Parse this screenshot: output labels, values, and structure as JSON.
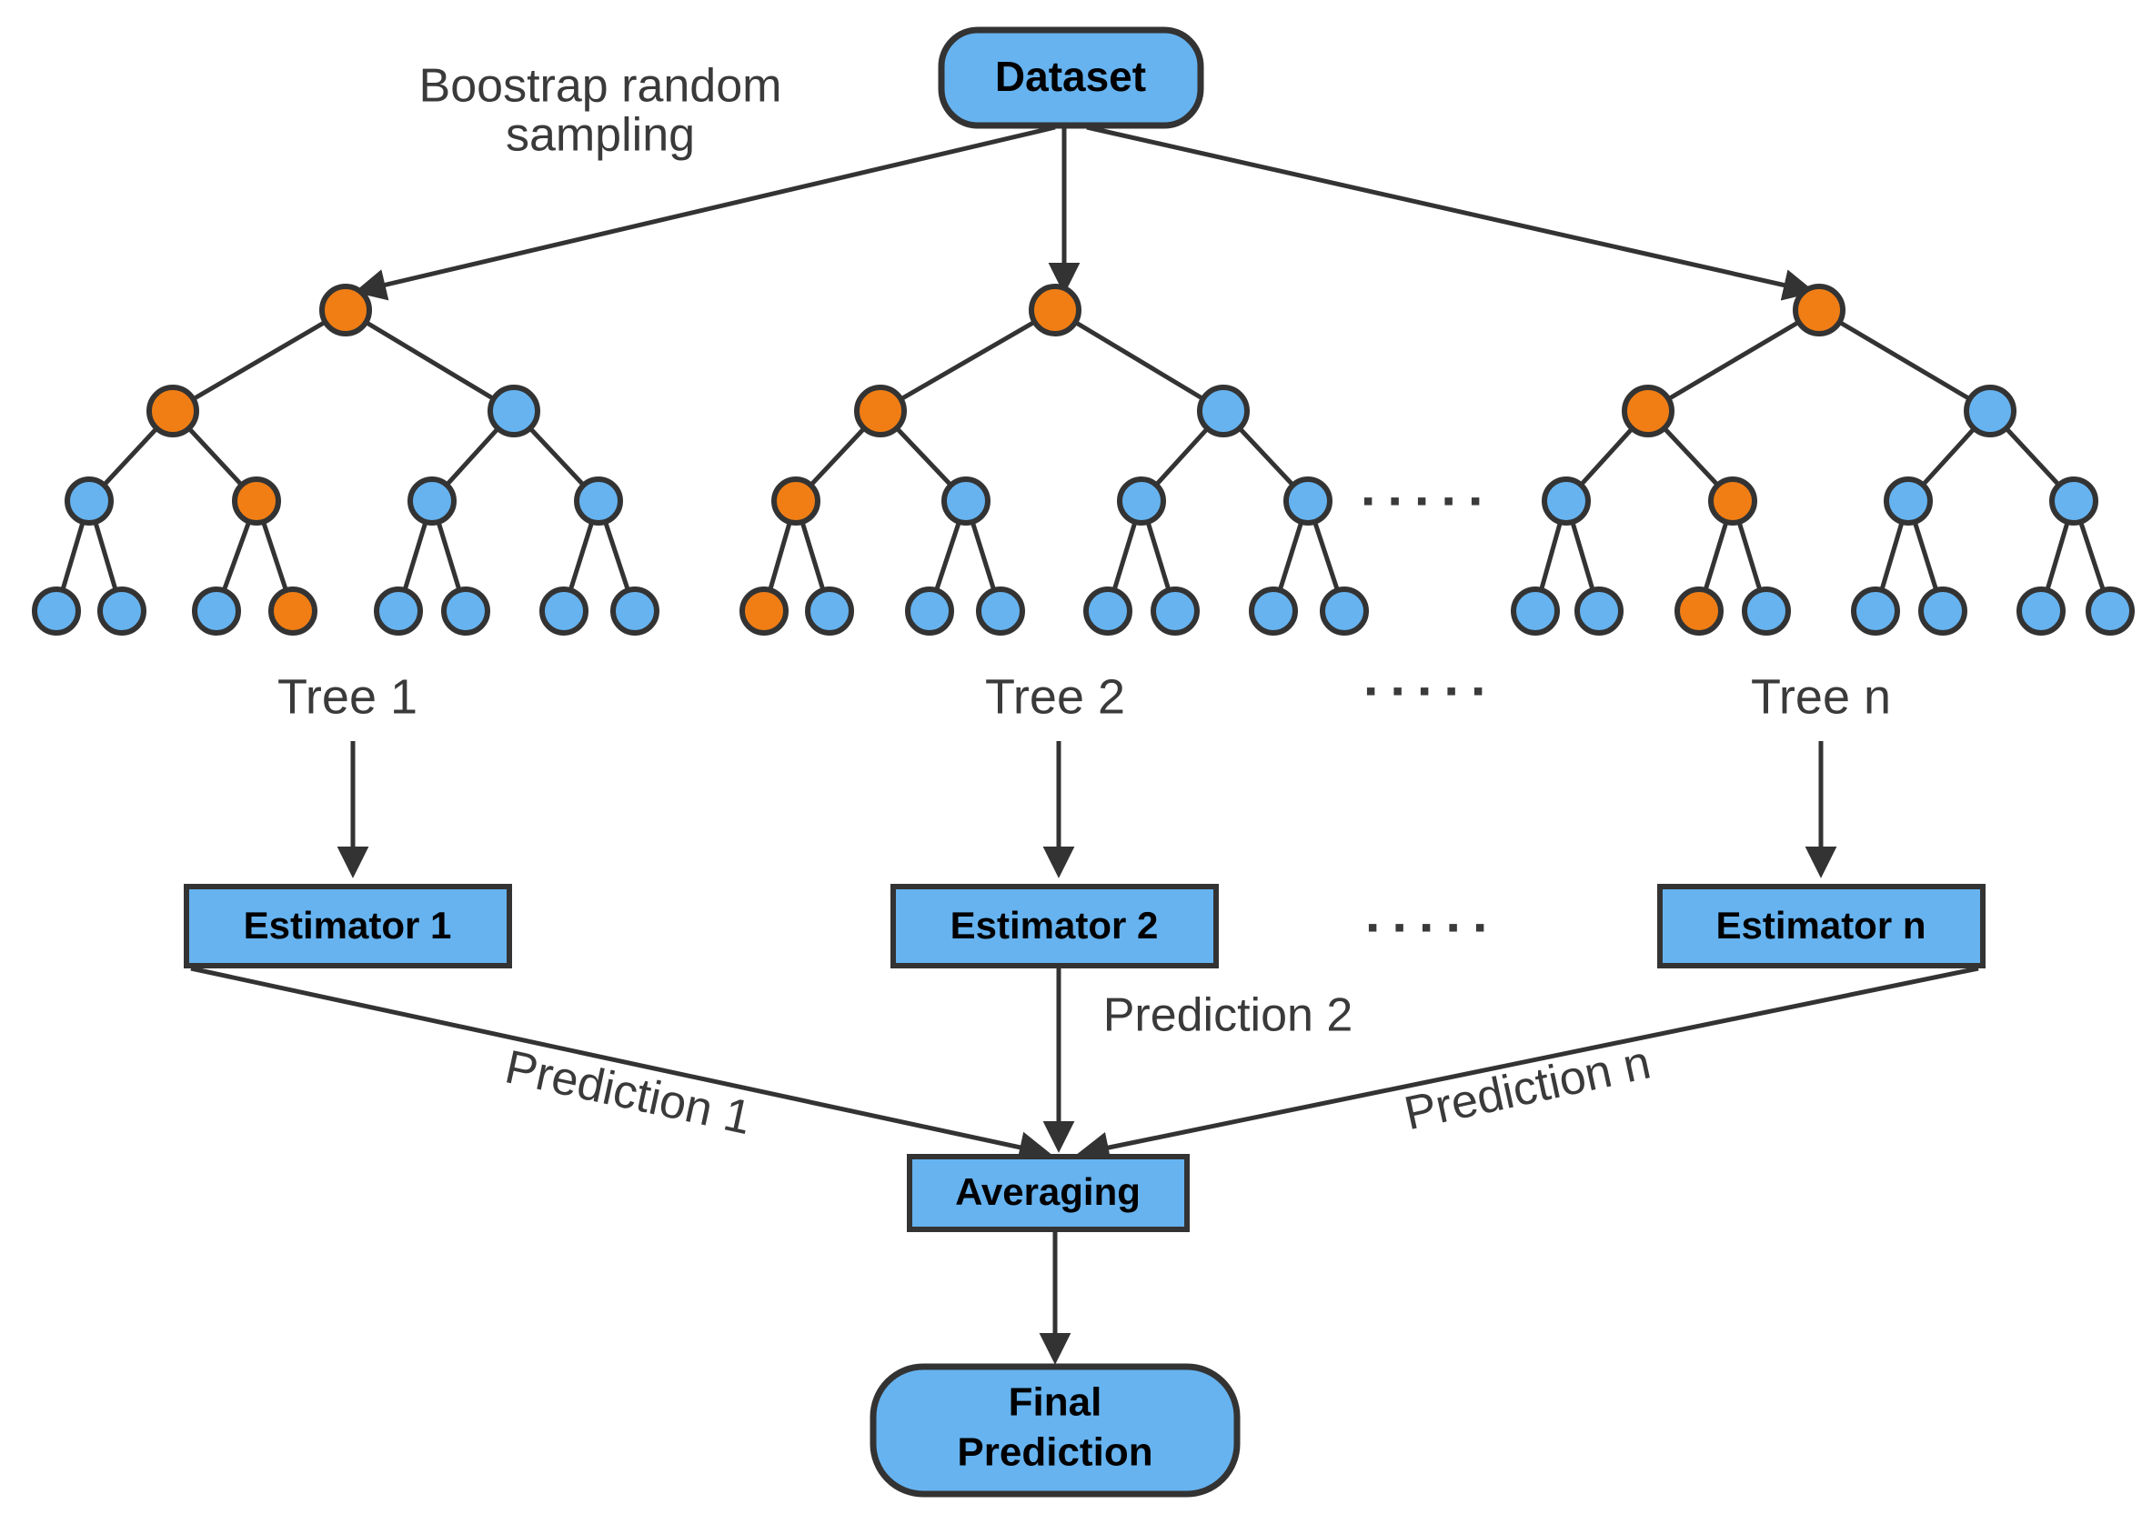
{
  "diagram": {
    "title_node": "Dataset",
    "bootstrap_label_line1": "Boostrap random",
    "bootstrap_label_line2": "sampling",
    "final_node_line1": "Final",
    "final_node_line2": "Prediction",
    "averaging_node": "Averaging",
    "ellipsis": "▪ ▪ ▪ ▪ ▪",
    "colors": {
      "node_blue": "#66b3f0",
      "node_orange": "#f07e15",
      "stroke_dark": "#333333",
      "text_dark": "#3a3a3a",
      "background": "#ffffff"
    },
    "trees": [
      {
        "name": "tree-1",
        "label": "Tree 1",
        "estimator": "Estimator 1",
        "prediction": "Prediction 1",
        "node_colors": {
          "root": "orange",
          "level2": [
            "orange",
            "blue"
          ],
          "level3": [
            "blue",
            "orange",
            "blue",
            "blue"
          ],
          "leaves": [
            "blue",
            "blue",
            "blue",
            "orange",
            "blue",
            "blue",
            "blue",
            "blue"
          ]
        }
      },
      {
        "name": "tree-2",
        "label": "Tree 2",
        "estimator": "Estimator 2",
        "prediction": "Prediction 2",
        "node_colors": {
          "root": "orange",
          "level2": [
            "orange",
            "blue"
          ],
          "level3": [
            "orange",
            "blue",
            "blue",
            "blue"
          ],
          "leaves": [
            "orange",
            "blue",
            "blue",
            "blue",
            "blue",
            "blue",
            "blue",
            "blue"
          ]
        }
      },
      {
        "name": "tree-n",
        "label": "Tree n",
        "estimator": "Estimator n",
        "prediction": "Prediction n",
        "node_colors": {
          "root": "orange",
          "level2": [
            "orange",
            "blue"
          ],
          "level3": [
            "blue",
            "orange",
            "blue",
            "blue"
          ],
          "leaves": [
            "blue",
            "blue",
            "orange",
            "blue",
            "blue",
            "blue",
            "blue",
            "blue"
          ]
        }
      }
    ]
  }
}
